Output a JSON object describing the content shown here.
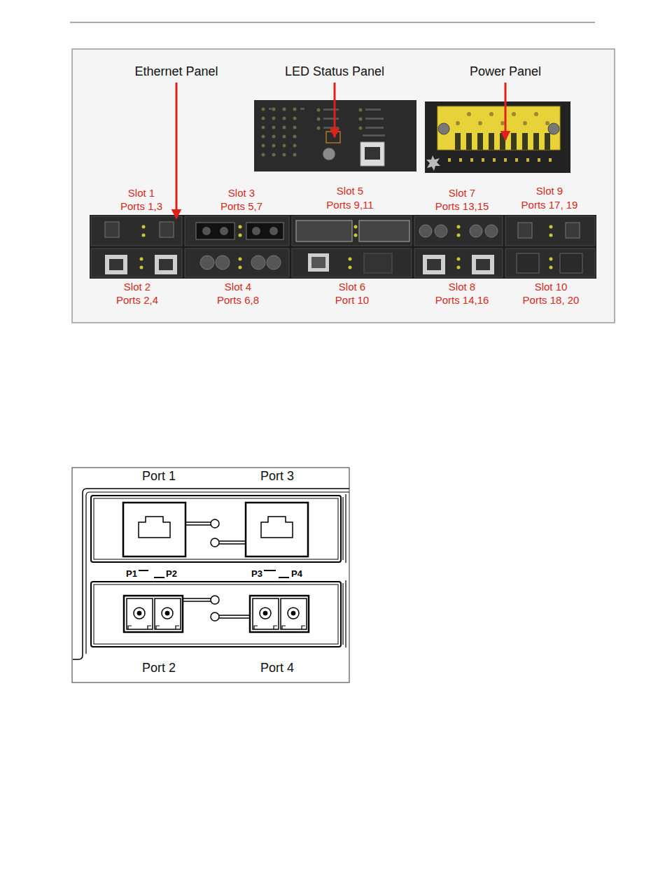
{
  "diagram": {
    "labels": [
      "Ethernet Panel",
      "LED Status Panel",
      "Power Panel",
      "Slot 1",
      "Ports 1,3",
      "Slot 3",
      "Ports 5,7",
      "Slot 5",
      "Ports 9,11",
      "Slot 7",
      "Ports 13,15",
      "Slot 9",
      "Ports 17, 19",
      "Slot 2",
      "Ports 2,4",
      "Slot 4",
      "Ports 6,8",
      "Slot 6",
      "Port 10",
      "Slot 8",
      "Ports 14,16",
      "Slot 10",
      "Ports 18, 20",
      "Port 1",
      "Port 3",
      "P1",
      "P2",
      "P3",
      "P4",
      "Port 2",
      "Port 4"
    ]
  }
}
